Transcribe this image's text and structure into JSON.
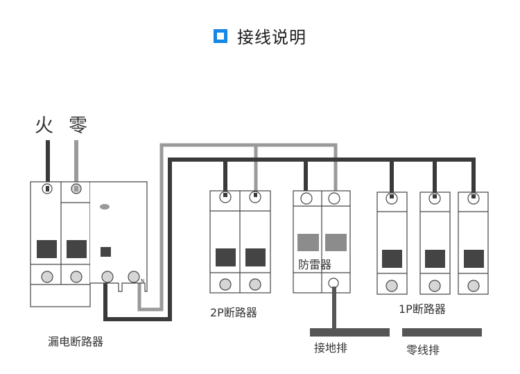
{
  "header": {
    "icon": "square-outline-icon",
    "title": "接线说明",
    "accent_color": "#1787e6"
  },
  "wire_labels": {
    "live": "火",
    "neutral": "零"
  },
  "devices": {
    "rcbo": {
      "label": "漏电断路器",
      "terminal_mark": "N"
    },
    "mcb_2p": {
      "label": "2P断路器"
    },
    "spd": {
      "label": "防雷器"
    },
    "mcb_1p": {
      "label": "1P断路器"
    }
  },
  "bars": {
    "ground": "接地排",
    "neutral": "零线排"
  },
  "colors": {
    "live_wire": "#3a3a3a",
    "neutral_wire": "#9a9a9a",
    "handle": "#444444",
    "terminal": "#d6d6d6",
    "spd_window": "#8c8c8c"
  }
}
